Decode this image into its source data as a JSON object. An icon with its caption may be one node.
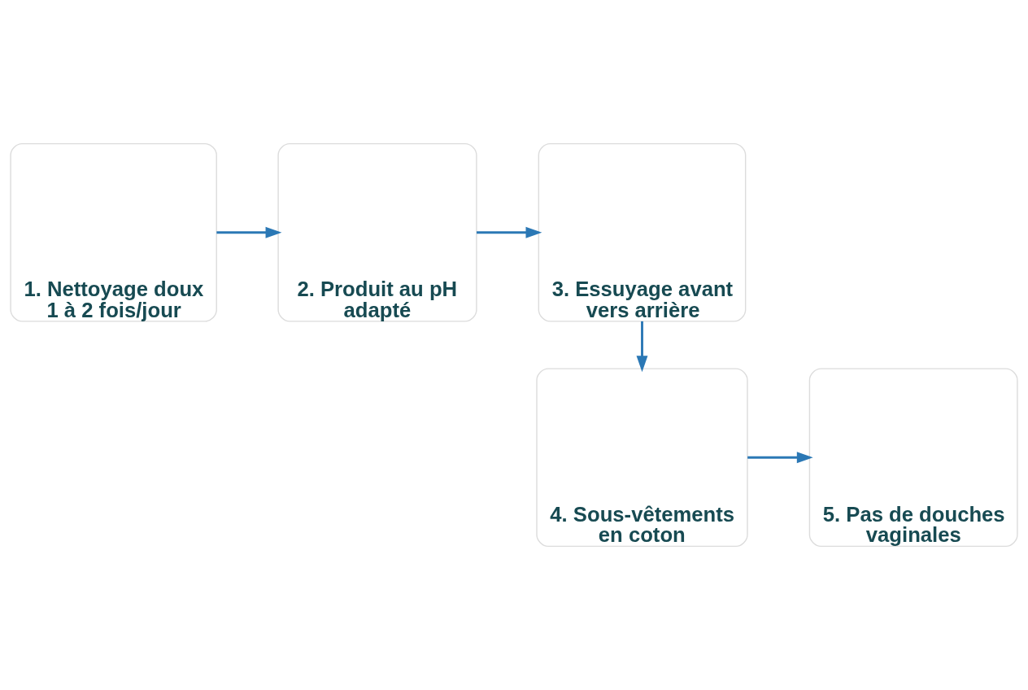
{
  "diagram": {
    "nodes": [
      {
        "text": [
          "1. Nettoyage doux 1 à 2 fois/jour"
        ]
      },
      {
        "text": [
          "2. Produit au pH adapté"
        ]
      },
      {
        "text": [
          "3. Essuyage avant vers arrière"
        ]
      },
      {
        "text": [
          "4. Sous-vêtements en coton"
        ]
      },
      {
        "text": [
          "5. Pas de douches vaginales"
        ]
      }
    ],
    "edges": [
      {
        "from": 0,
        "to": 1,
        "arrow": "to"
      },
      {
        "from": 1,
        "to": 2,
        "arrow": "to"
      },
      {
        "from": 2,
        "to": 3,
        "arrow": "to"
      },
      {
        "from": 3,
        "to": 4,
        "arrow": "to"
      }
    ]
  }
}
